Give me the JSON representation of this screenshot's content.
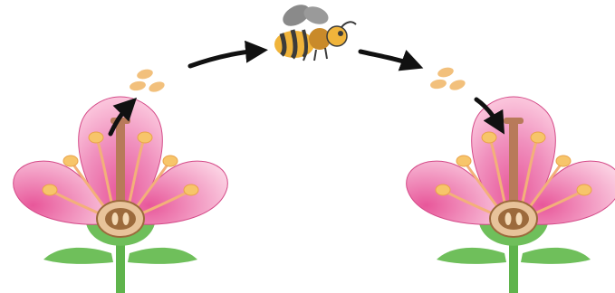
{
  "diagram": {
    "kind": "pollination-illustration",
    "elements": [
      {
        "name": "source-flower",
        "icon": "flower-icon"
      },
      {
        "name": "pollen-cluster-rising",
        "icon": "pollen-icon",
        "grains": 3
      },
      {
        "name": "bee",
        "icon": "bee-icon"
      },
      {
        "name": "pollen-cluster-falling",
        "icon": "pollen-icon",
        "grains": 3
      },
      {
        "name": "target-flower",
        "icon": "flower-icon"
      }
    ],
    "arrows": [
      {
        "name": "arrow-flower-to-pollen"
      },
      {
        "name": "arrow-pollen-to-bee"
      },
      {
        "name": "arrow-bee-to-pollen"
      },
      {
        "name": "arrow-pollen-to-flower"
      }
    ]
  },
  "colors": {
    "petal_light": "#fbc7dd",
    "petal_dark": "#e8579a",
    "petal_outline": "#d44a88",
    "stigma_style": "#b87a5a",
    "stamen_filament": "#f3b07a",
    "anther": "#f7c56a",
    "ovary_outer": "#e8c39a",
    "ovary_inner": "#9c6a3c",
    "leaf": "#6fbf5b",
    "stem": "#5fb44c",
    "pollen": "#f2c07c",
    "bee_body": "#f0b43b",
    "bee_stripe": "#3b3b3b",
    "bee_wing": "#8a8a8a",
    "arrow": "#111111"
  }
}
